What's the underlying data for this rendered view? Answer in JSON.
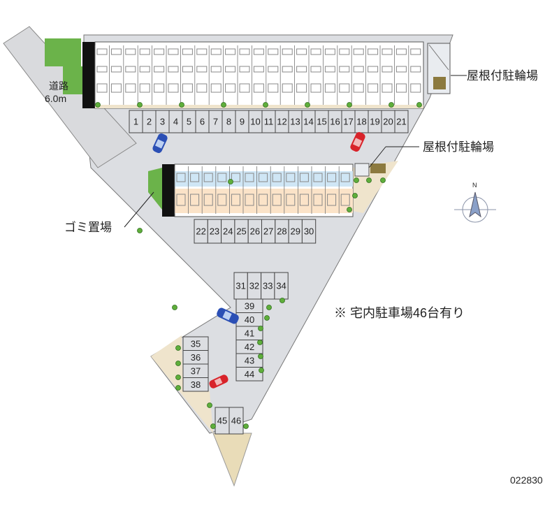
{
  "road": {
    "label": "道路",
    "width": "6.0m"
  },
  "labels": {
    "bike_shelter_top": "屋根付駐輪場",
    "bike_shelter_mid": "屋根付駐輪場",
    "garbage": "ゴミ置場",
    "note": "※ 宅内駐車場46台有り",
    "map_id": "022830"
  },
  "compass": {
    "north": "N"
  },
  "parking_rows": {
    "row_top": [
      "1",
      "2",
      "3",
      "4",
      "5",
      "6",
      "7",
      "8",
      "9",
      "10",
      "11",
      "12",
      "13",
      "14",
      "15",
      "16",
      "17",
      "18",
      "19",
      "20",
      "21"
    ],
    "row_mid": [
      "22",
      "23",
      "24",
      "25",
      "26",
      "27",
      "28",
      "29",
      "30"
    ],
    "row_c1": [
      "31",
      "32",
      "33",
      "34"
    ],
    "col_c2": [
      "39",
      "40",
      "41",
      "42",
      "43",
      "44"
    ],
    "col_left": [
      "35",
      "36",
      "37",
      "38"
    ],
    "row_bottom": [
      "45",
      "46"
    ]
  },
  "colors": {
    "lot": "#dcdee2",
    "building": "#ffffff",
    "building_dark": "#111111",
    "balcony_blue": "#cfe6f5",
    "balcony_peach": "#fbe3c8",
    "green": "#5fae3b",
    "sand": "#efe4cc",
    "car_blue": "#2b4fb5",
    "car_red": "#d8232a"
  }
}
